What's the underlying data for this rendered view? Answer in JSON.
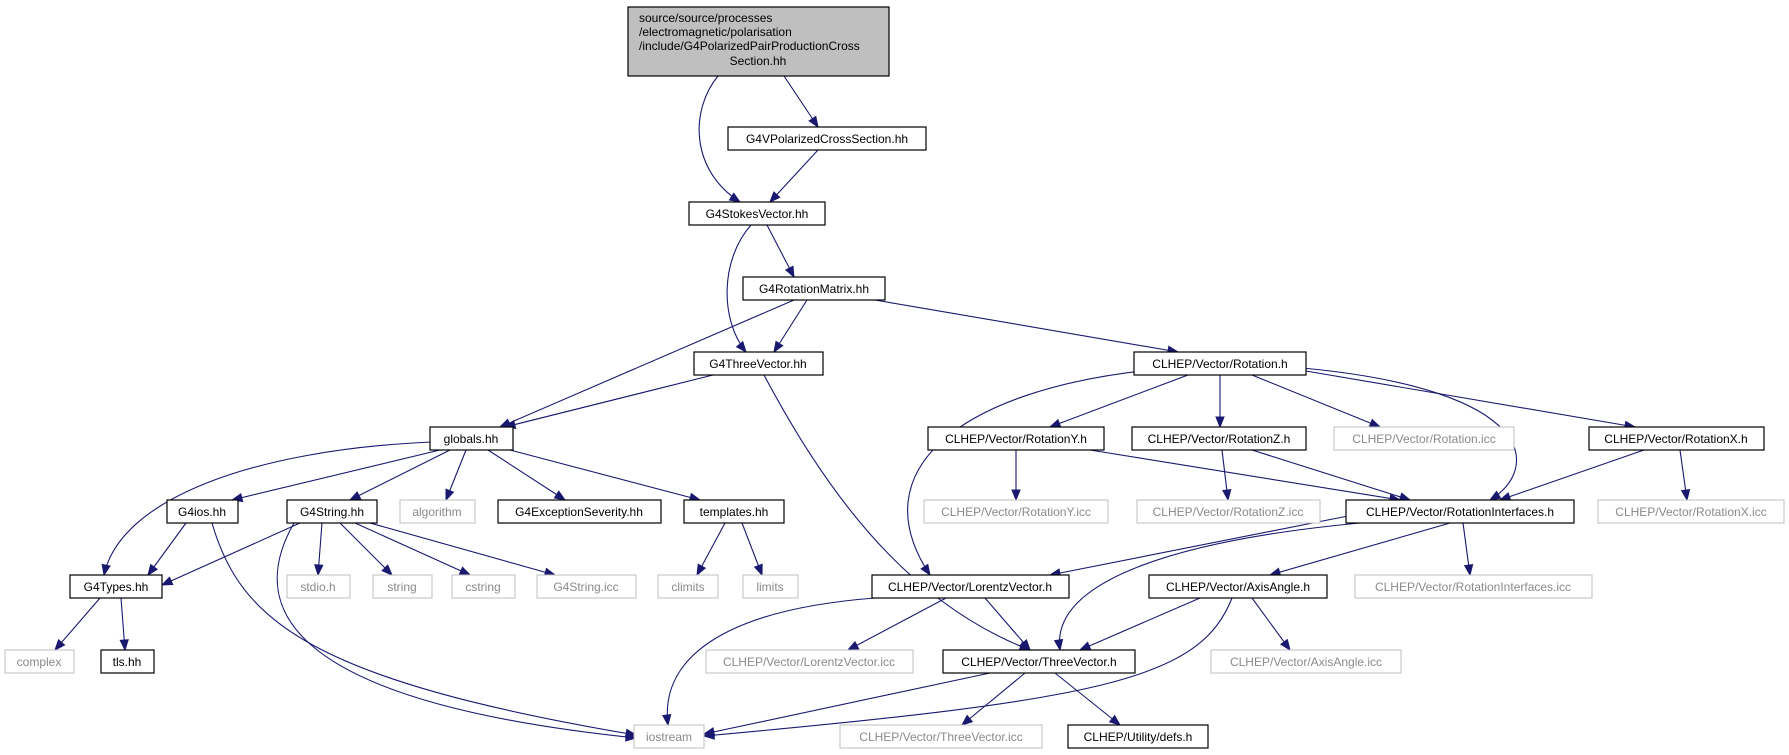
{
  "colors": {
    "edge": "#191970",
    "root_fill": "#bfbfbf",
    "light_border": "#bfbfbf",
    "light_text": "#8a8a8a"
  },
  "root": {
    "lines": [
      "source/source/processes",
      "/electromagnetic/polarisation",
      "/include/G4PolarizedPairProductionCross",
      "Section.hh"
    ]
  },
  "nodes": {
    "g4vpolarizedcrosssection": "G4VPolarizedCrossSection.hh",
    "g4stokesvector": "G4StokesVector.hh",
    "g4rotationmatrix": "G4RotationMatrix.hh",
    "g4threevector": "G4ThreeVector.hh",
    "clhep_rotation": "CLHEP/Vector/Rotation.h",
    "globals": "globals.hh",
    "clhep_rotationy": "CLHEP/Vector/RotationY.h",
    "clhep_rotationz": "CLHEP/Vector/RotationZ.h",
    "clhep_rotation_icc": "CLHEP/Vector/Rotation.icc",
    "clhep_rotationx": "CLHEP/Vector/RotationX.h",
    "g4ios": "G4ios.hh",
    "g4string": "G4String.hh",
    "algorithm": "algorithm",
    "g4exceptionseverity": "G4ExceptionSeverity.hh",
    "templates": "templates.hh",
    "clhep_rotationy_icc": "CLHEP/Vector/RotationY.icc",
    "clhep_rotationz_icc": "CLHEP/Vector/RotationZ.icc",
    "clhep_rotationinterfaces": "CLHEP/Vector/RotationInterfaces.h",
    "clhep_rotationx_icc": "CLHEP/Vector/RotationX.icc",
    "g4types": "G4Types.hh",
    "stdio": "stdio.h",
    "string": "string",
    "cstring": "cstring",
    "g4string_icc": "G4String.icc",
    "climits": "climits",
    "limits": "limits",
    "clhep_lorentzvector": "CLHEP/Vector/LorentzVector.h",
    "clhep_axisangle": "CLHEP/Vector/AxisAngle.h",
    "clhep_rotationinterfaces_icc": "CLHEP/Vector/RotationInterfaces.icc",
    "complex": "complex",
    "tls": "tls.hh",
    "clhep_lorentzvector_icc": "CLHEP/Vector/LorentzVector.icc",
    "clhep_threevector": "CLHEP/Vector/ThreeVector.h",
    "clhep_axisangle_icc": "CLHEP/Vector/AxisAngle.icc",
    "iostream": "iostream",
    "clhep_threevector_icc": "CLHEP/Vector/ThreeVector.icc",
    "clhep_defs": "CLHEP/Utility/defs.h"
  }
}
